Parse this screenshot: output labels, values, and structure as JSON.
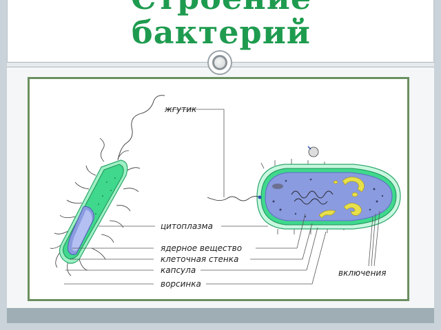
{
  "title": {
    "line1": "Строение",
    "line2": "бактерий"
  },
  "labels": {
    "flagellum": "жгутик",
    "cytoplasm": "цитоплазма",
    "nucleoid": "ядерное вещество",
    "cell_wall": "клеточная стенка",
    "capsule": "капсула",
    "pili": "ворсинка",
    "inclusions": "включения"
  },
  "colors": {
    "title": "#1e9b4f",
    "cell_green": "#3fd88c",
    "cell_blue": "#8a9be0",
    "frame": "#6a8f60"
  }
}
